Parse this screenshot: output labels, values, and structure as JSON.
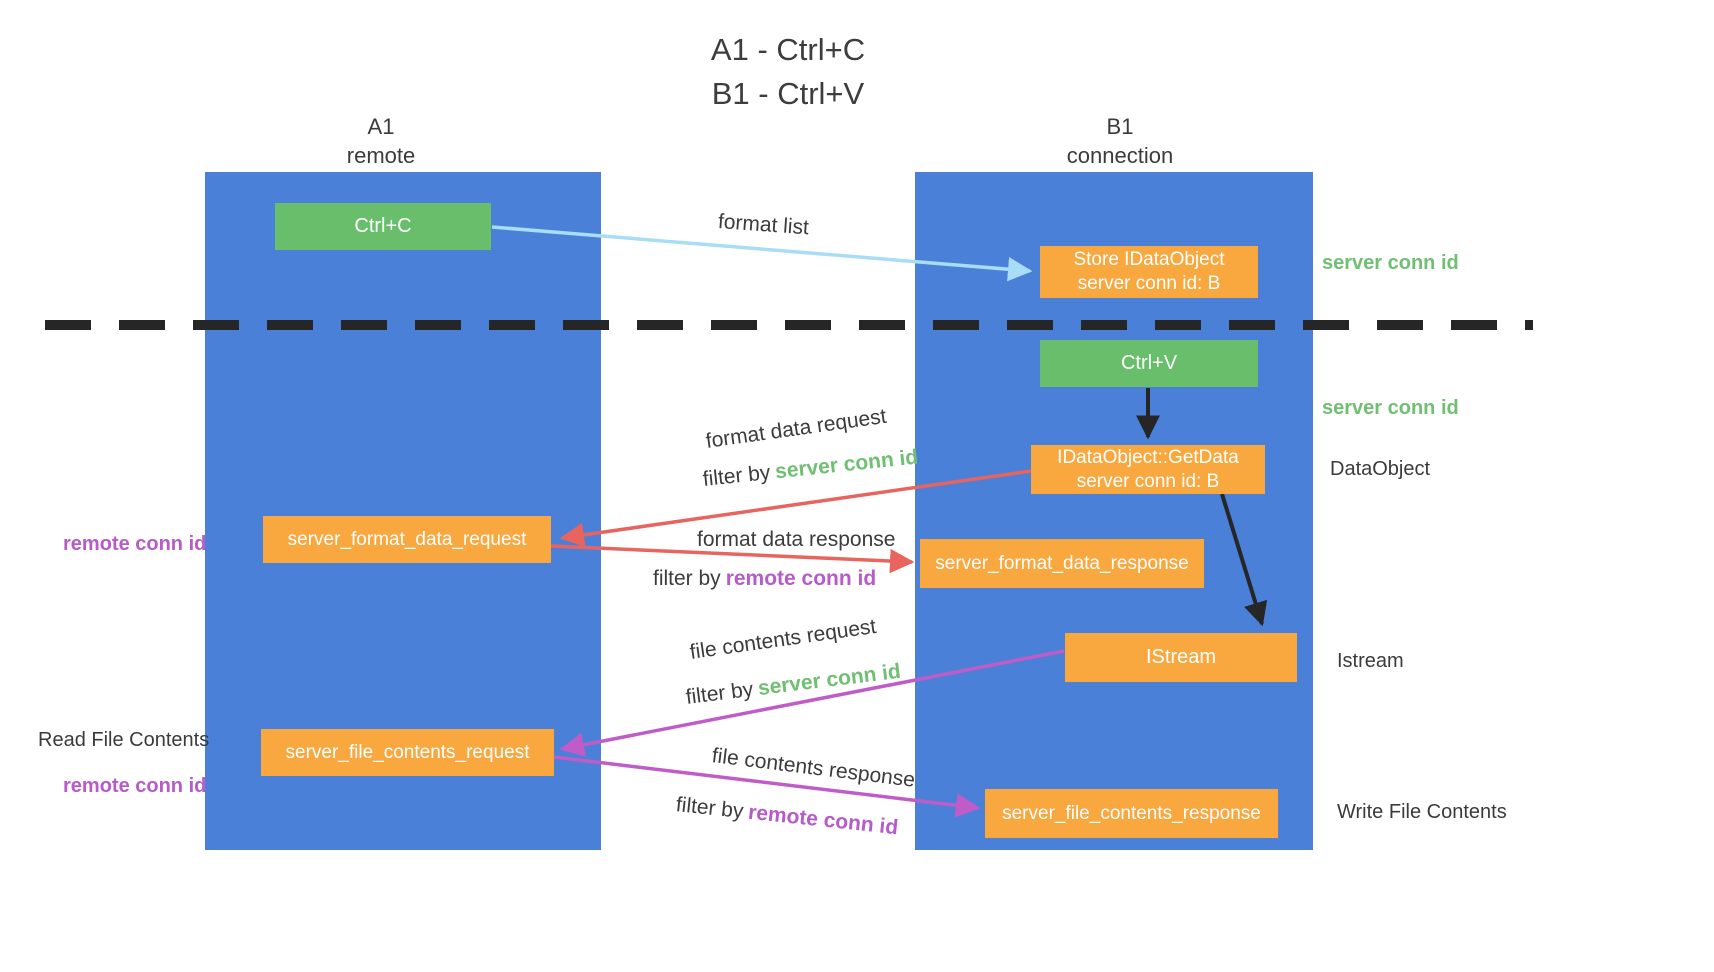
{
  "title": {
    "line1": "A1 - Ctrl+C",
    "line2": "B1 - Ctrl+V"
  },
  "lanes": {
    "left": {
      "title": "A1",
      "subtitle": "remote"
    },
    "right": {
      "title": "B1",
      "subtitle": "connection"
    }
  },
  "nodes": {
    "ctrl_c": {
      "label": "Ctrl+C"
    },
    "store_idataobject": {
      "line1": "Store IDataObject",
      "line2": "server conn id: B"
    },
    "ctrl_v": {
      "label": "Ctrl+V"
    },
    "idataobject_getdata": {
      "line1": "IDataObject::GetData",
      "line2": "server conn id: B"
    },
    "server_format_data_request": {
      "label": "server_format_data_request"
    },
    "server_format_data_response": {
      "label": "server_format_data_response"
    },
    "istream": {
      "label": "IStream"
    },
    "server_file_contents_request": {
      "label": "server_file_contents_request"
    },
    "server_file_contents_response": {
      "label": "server_file_contents_response"
    }
  },
  "arrows": {
    "format_list": {
      "label": "format list"
    },
    "format_data_request": {
      "label": "format data request",
      "filter_prefix": "filter by",
      "filter_key": "server conn id"
    },
    "format_data_response": {
      "label": "format data response",
      "filter_prefix": "filter by",
      "filter_key": "remote conn id"
    },
    "file_contents_request": {
      "label": "file contents request",
      "filter_prefix": "filter by",
      "filter_key": "server conn id"
    },
    "file_contents_response": {
      "label": "file contents response",
      "filter_prefix": "filter by",
      "filter_key": "remote conn id"
    }
  },
  "side_labels": {
    "server_conn_id_store": "server conn id",
    "server_conn_id_ctrlv": "server conn id",
    "data_object": "DataObject",
    "istream": "Istream",
    "write_file_contents": "Write File Contents",
    "remote_conn_id_format": "remote conn id",
    "read_file_contents": "Read File Contents",
    "remote_conn_id_file": "remote conn id"
  },
  "colors": {
    "lane_blue": "#4A80D8",
    "node_green": "#69BE6C",
    "node_orange": "#F9A840",
    "arrow_light_blue": "#A9DCF6",
    "arrow_red": "#E8645E",
    "arrow_purple": "#C05CC8",
    "arrow_black": "#262626",
    "text_green": "#70BF72",
    "text_purple": "#B65BC9",
    "text_dark": "#3c3c3c"
  }
}
